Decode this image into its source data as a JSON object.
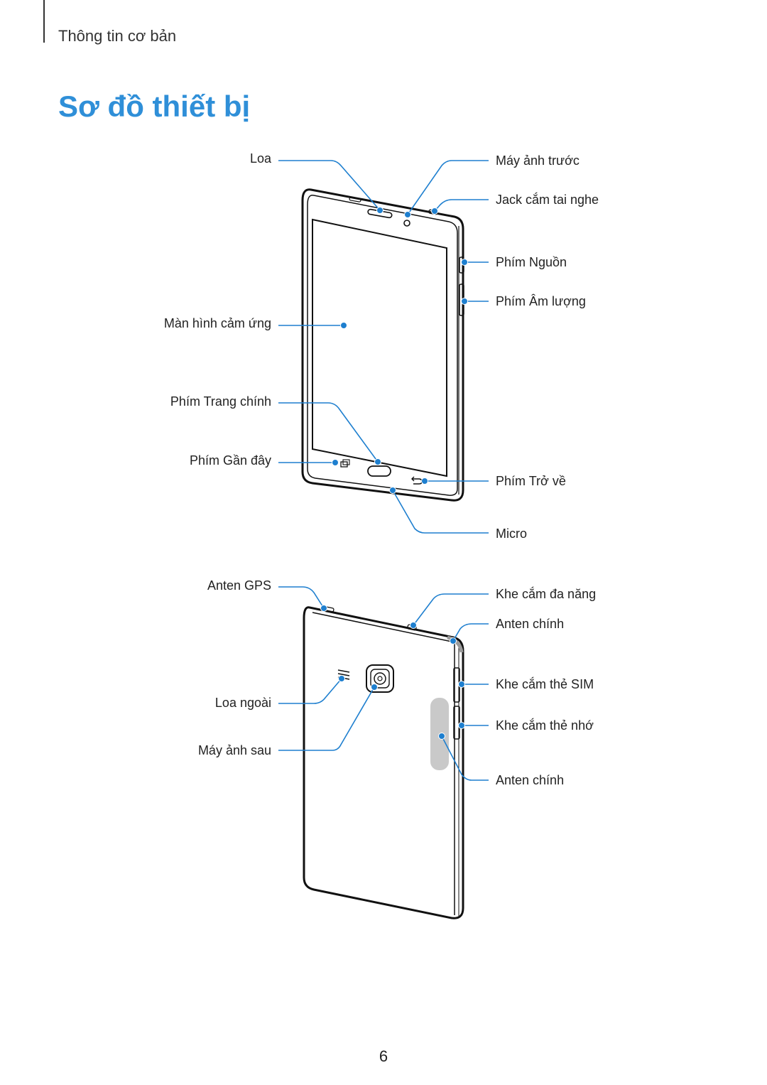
{
  "header": {
    "section": "Thông tin cơ bản"
  },
  "title": "Sơ đồ thiết bị",
  "front": {
    "left_labels": {
      "speaker": "Loa",
      "touchscreen": "Màn hình cảm ứng",
      "home_key": "Phím Trang chính",
      "recent_key": "Phím Gần đây"
    },
    "right_labels": {
      "front_camera": "Máy ảnh trước",
      "headset_jack": "Jack cắm tai nghe",
      "power_key": "Phím Nguồn",
      "volume_key": "Phím Âm lượng",
      "back_key": "Phím Trở về",
      "microphone": "Micro"
    }
  },
  "back": {
    "left_labels": {
      "gps_antenna": "Anten GPS",
      "external_speaker": "Loa ngoài",
      "rear_camera": "Máy ảnh sau"
    },
    "right_labels": {
      "multipurpose_jack": "Khe cắm đa năng",
      "main_antenna_top": "Anten chính",
      "sim_slot": "Khe cắm thẻ SIM",
      "memory_slot": "Khe cắm thẻ nhớ",
      "main_antenna_side": "Anten chính"
    }
  },
  "page_number": "6",
  "colors": {
    "title": "#2f8fd8",
    "callout": "#1e7fcf",
    "device_outline": "#111111"
  }
}
